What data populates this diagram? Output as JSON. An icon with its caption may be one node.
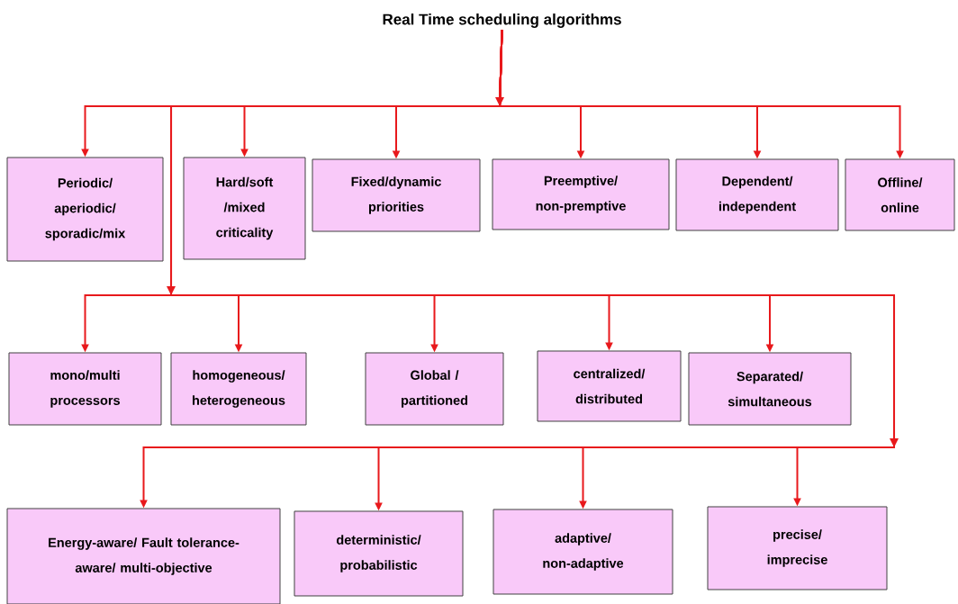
{
  "diagram": {
    "nodes": [
      {
        "text": [
          "Real Time scheduling algorithms"
        ]
      },
      {
        "text": [
          "Periodic/ aperiodic/ sporadic/mix"
        ]
      },
      {
        "text": [
          "Hard/soft /mixed criticality"
        ]
      },
      {
        "text": [
          "Fixed/dynamic priorities"
        ]
      },
      {
        "text": [
          "Preemptive/ non-premptive"
        ]
      },
      {
        "text": [
          "Dependent/ independent"
        ]
      },
      {
        "text": [
          "Offline/ online"
        ]
      },
      {
        "text": [
          "mono/multi processors"
        ]
      },
      {
        "text": [
          "homogeneous/ heterogeneous"
        ]
      },
      {
        "text": [
          "Global / partitioned"
        ]
      },
      {
        "text": [
          "centralized/ distributed"
        ]
      },
      {
        "text": [
          "Separated/ simultaneous"
        ]
      },
      {
        "text": [
          "Energy-aware/ Fault tolerance-aware/ multi-objective"
        ]
      },
      {
        "text": [
          "deterministic/ probabilistic"
        ]
      },
      {
        "text": [
          "adaptive/ non-adaptive"
        ]
      },
      {
        "text": [
          "precise/ imprecise"
        ]
      }
    ],
    "edges": [
      {
        "from": 0,
        "to": 1,
        "arrow": "to"
      },
      {
        "from": 0,
        "to": 2,
        "arrow": "to"
      },
      {
        "from": 0,
        "to": 3,
        "arrow": "to"
      },
      {
        "from": 0,
        "to": 4,
        "arrow": "to"
      },
      {
        "from": 0,
        "to": 5,
        "arrow": "to"
      },
      {
        "from": 0,
        "to": 6,
        "arrow": "to"
      },
      {
        "from": 0,
        "to": 7,
        "arrow": "to"
      },
      {
        "from": 0,
        "to": 8,
        "arrow": "to"
      },
      {
        "from": 0,
        "to": 9,
        "arrow": "to"
      },
      {
        "from": 0,
        "to": 10,
        "arrow": "to"
      },
      {
        "from": 0,
        "to": 11,
        "arrow": "to"
      },
      {
        "from": 0,
        "to": 12,
        "arrow": "to"
      },
      {
        "from": 0,
        "to": 13,
        "arrow": "to"
      },
      {
        "from": 0,
        "to": 14,
        "arrow": "to"
      },
      {
        "from": 0,
        "to": 15,
        "arrow": "to"
      }
    ]
  }
}
